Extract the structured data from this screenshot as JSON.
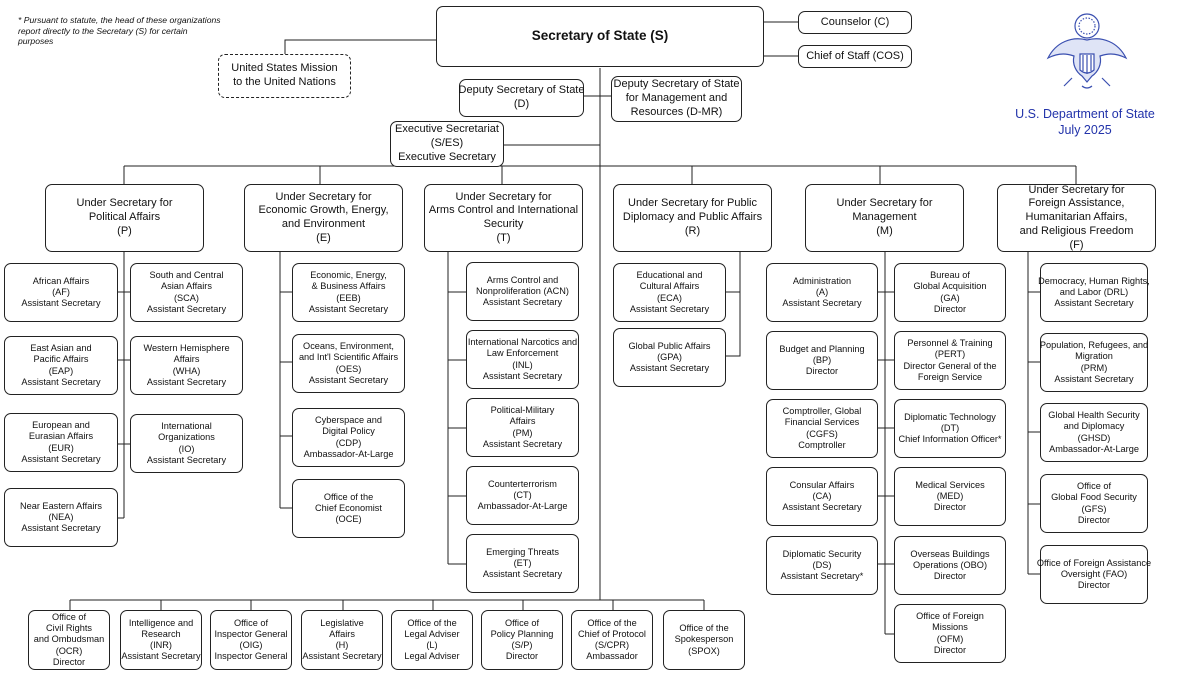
{
  "footnote": "* Pursuant to statute, the head of these organizations report directly to the Secretary (S) for certain purposes",
  "department": {
    "name": "U.S. Department of State",
    "date": "July 2025",
    "color": "#2233aa"
  },
  "top": {
    "secretary": [
      "Secretary of State (S)"
    ],
    "counselor": [
      "Counselor (C)"
    ],
    "chief_of_staff": [
      "Chief of Staff (COS)"
    ],
    "usun": [
      "United States Mission",
      "to the United Nations"
    ],
    "deputy": [
      "Deputy Secretary of State",
      "(D)"
    ],
    "deputy_mr": [
      "Deputy Secretary of State",
      "for Management and",
      "Resources (D-MR)"
    ],
    "exec_sec": [
      "Executive Secretariat",
      "(S/ES)",
      "Executive Secretary"
    ]
  },
  "under_secretaries": [
    {
      "id": "p",
      "lines": [
        "Under Secretary for",
        "Political Affairs",
        "(P)"
      ]
    },
    {
      "id": "e",
      "lines": [
        "Under Secretary for",
        "Economic Growth, Energy,",
        "and Environment",
        "(E)"
      ]
    },
    {
      "id": "t",
      "lines": [
        "Under Secretary for",
        "Arms Control and International",
        "Security",
        "(T)"
      ]
    },
    {
      "id": "r",
      "lines": [
        "Under Secretary for Public",
        "Diplomacy and Public Affairs",
        "(R)"
      ]
    },
    {
      "id": "m",
      "lines": [
        "Under Secretary for",
        "Management",
        "(M)"
      ]
    },
    {
      "id": "f",
      "lines": [
        "Under Secretary for",
        "Foreign Assistance,",
        "Humanitarian Affairs,",
        "and Religious Freedom",
        "(F)"
      ]
    }
  ],
  "bureaus": {
    "p_left": [
      [
        "African Affairs",
        "(AF)",
        "Assistant Secretary"
      ],
      [
        "East Asian and",
        "Pacific Affairs",
        "(EAP)",
        "Assistant Secretary"
      ],
      [
        "European and",
        "Eurasian Affairs",
        "(EUR)",
        "Assistant Secretary"
      ],
      [
        "Near Eastern Affairs",
        "(NEA)",
        "Assistant Secretary"
      ]
    ],
    "p_right": [
      [
        "South and Central",
        "Asian Affairs",
        "(SCA)",
        "Assistant Secretary"
      ],
      [
        "Western Hemisphere",
        "Affairs",
        "(WHA)",
        "Assistant Secretary"
      ],
      [
        "International",
        "Organizations",
        "(IO)",
        "Assistant Secretary"
      ]
    ],
    "e": [
      [
        "Economic, Energy,",
        "& Business Affairs",
        "(EEB)",
        "Assistant Secretary"
      ],
      [
        "Oceans, Environment,",
        "and Int'l Scientific Affairs",
        "(OES)",
        "Assistant Secretary"
      ],
      [
        "Cyberspace and",
        "Digital Policy",
        "(CDP)",
        "Ambassador-At-Large"
      ],
      [
        "Office of the",
        "Chief Economist",
        "(OCE)"
      ]
    ],
    "t": [
      [
        "Arms Control and",
        "Nonproliferation (ACN)",
        "Assistant Secretary"
      ],
      [
        "International Narcotics and",
        "Law Enforcement",
        "(INL)",
        "Assistant Secretary"
      ],
      [
        "Political-Military",
        "Affairs",
        "(PM)",
        "Assistant Secretary"
      ],
      [
        "Counterterrorism",
        "(CT)",
        "Ambassador-At-Large"
      ],
      [
        "Emerging Threats",
        "(ET)",
        "Assistant Secretary"
      ]
    ],
    "r": [
      [
        "Educational and",
        "Cultural Affairs",
        "(ECA)",
        "Assistant Secretary"
      ],
      [
        "Global Public Affairs",
        "(GPA)",
        "Assistant Secretary"
      ]
    ],
    "m_left": [
      [
        "Administration",
        "(A)",
        "Assistant Secretary"
      ],
      [
        "Budget and Planning",
        "(BP)",
        "Director"
      ],
      [
        "Comptroller, Global",
        "Financial Services",
        "(CGFS)",
        "Comptroller"
      ],
      [
        "Consular Affairs",
        "(CA)",
        "Assistant Secretary"
      ],
      [
        "Diplomatic Security",
        "(DS)",
        "Assistant Secretary*"
      ]
    ],
    "m_right": [
      [
        "Bureau of",
        "Global Acquisition",
        "(GA)",
        "Director"
      ],
      [
        "Personnel & Training",
        "(PERT)",
        "Director General of the",
        "Foreign Service"
      ],
      [
        "Diplomatic Technology",
        "(DT)",
        "Chief Information Officer*"
      ],
      [
        "Medical Services",
        "(MED)",
        "Director"
      ],
      [
        "Overseas Buildings",
        "Operations (OBO)",
        "Director"
      ],
      [
        "Office of Foreign",
        "Missions",
        "(OFM)",
        "Director"
      ]
    ],
    "f": [
      [
        "Democracy, Human Rights,",
        "and Labor (DRL)",
        "Assistant Secretary"
      ],
      [
        "Population, Refugees, and",
        "Migration",
        "(PRM)",
        "Assistant Secretary"
      ],
      [
        "Global Health Security",
        "and Diplomacy",
        "(GHSD)",
        "Ambassador-At-Large"
      ],
      [
        "Office of",
        "Global Food Security",
        "(GFS)",
        "Director"
      ],
      [
        "Office of Foreign Assistance",
        "Oversight (FAO)",
        "Director"
      ]
    ],
    "bottom": [
      [
        "Office of",
        "Civil Rights",
        "and Ombudsman",
        "(OCR)",
        "Director"
      ],
      [
        "Intelligence and",
        "Research",
        "(INR)",
        "Assistant Secretary"
      ],
      [
        "Office of",
        "Inspector General",
        "(OIG)",
        "Inspector General"
      ],
      [
        "Legislative",
        "Affairs",
        "(H)",
        "Assistant Secretary"
      ],
      [
        "Office of the",
        "Legal Adviser",
        "(L)",
        "Legal Adviser"
      ],
      [
        "Office of",
        "Policy Planning",
        "(S/P)",
        "Director"
      ],
      [
        "Office of the",
        "Chief of Protocol",
        "(S/CPR)",
        "Ambassador"
      ],
      [
        "Office of the",
        "Spokesperson",
        "(SPOX)"
      ]
    ]
  }
}
